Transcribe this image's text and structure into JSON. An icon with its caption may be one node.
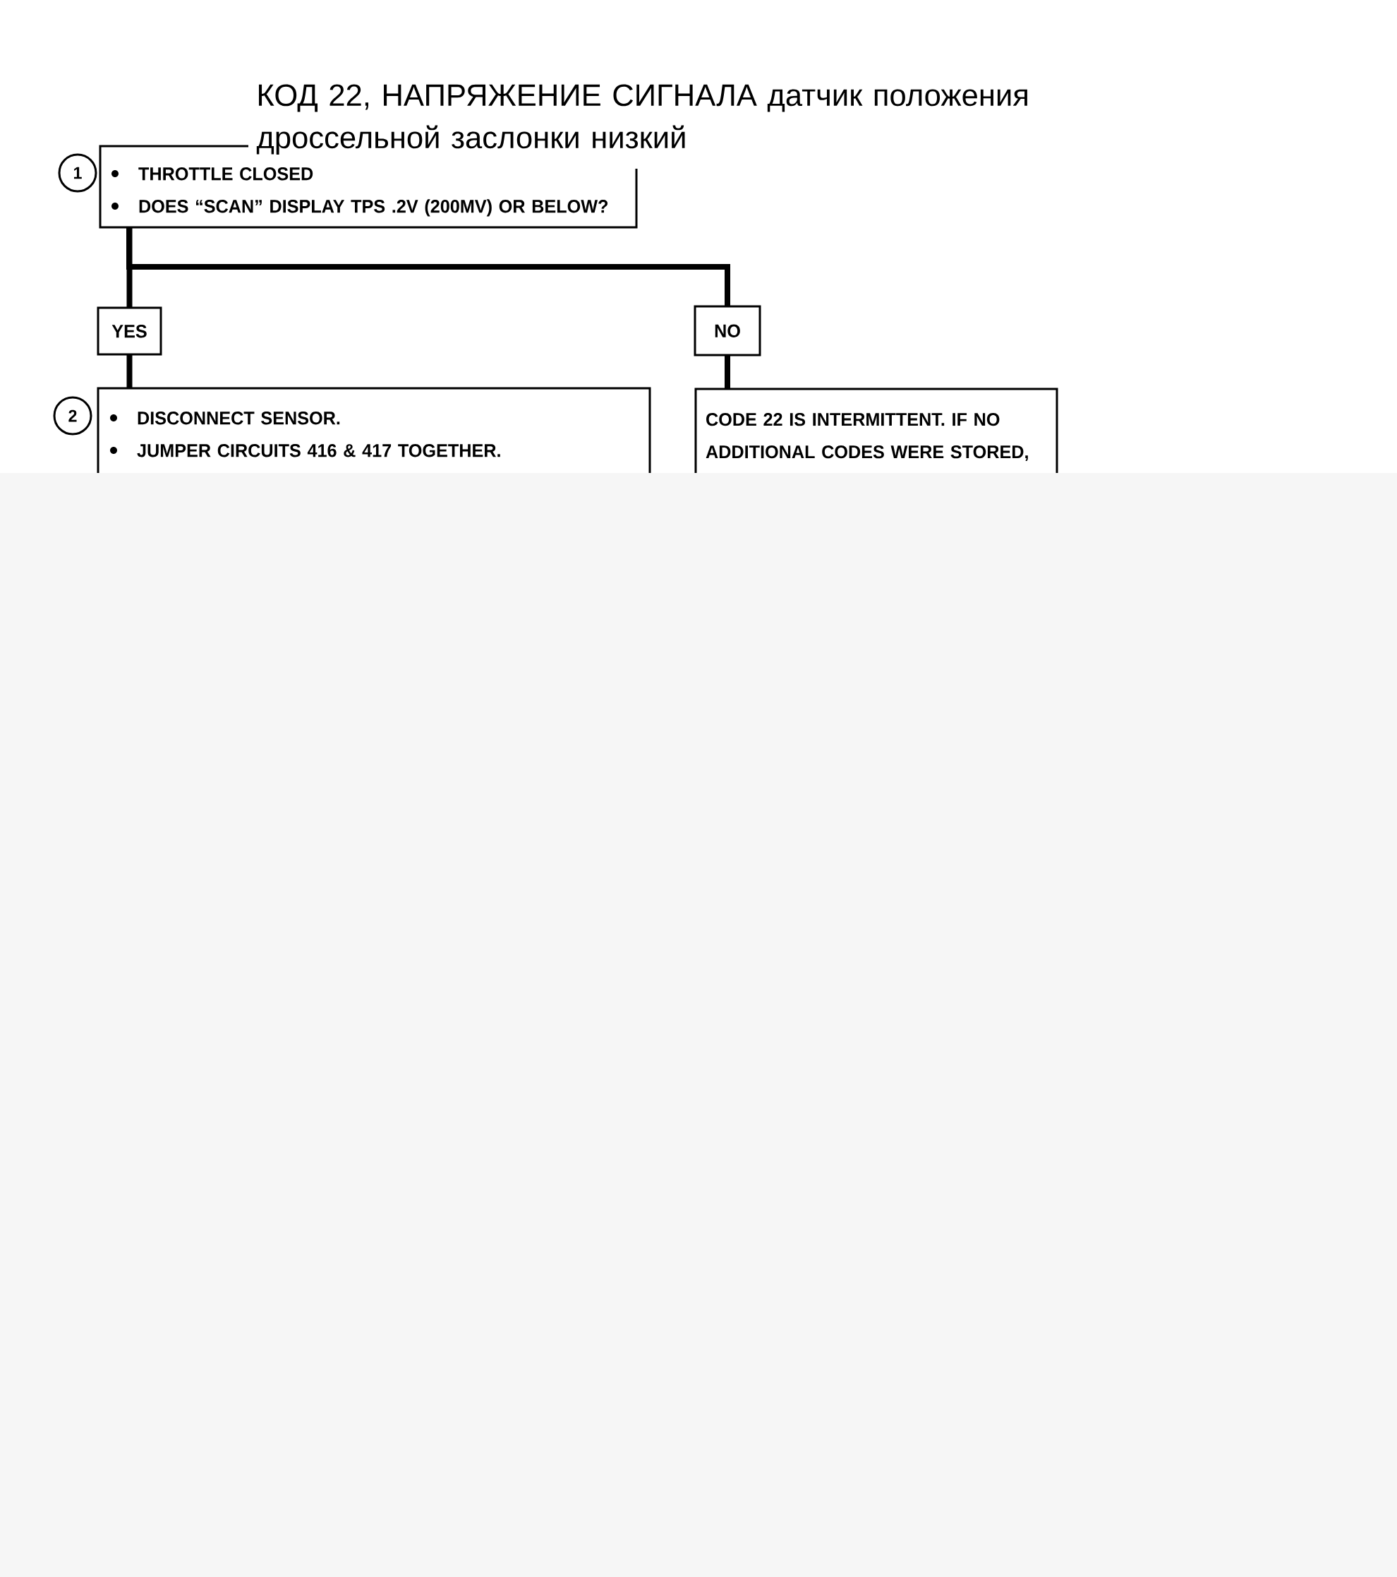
{
  "diagram": {
    "title": "КОД 22, НАПРЯЖЕНИЕ СИГНАЛА датчик положения дроссельной заслонки низкий",
    "nodes": [
      {
        "text": [
          "THROTTLE CLOSED",
          "DOES “SCAN” DISPLAY TPS .2V (200MV) OR BELOW?"
        ],
        "beside": [
          "1"
        ]
      },
      {
        "text": [
          "YES"
        ]
      },
      {
        "text": [
          "NO"
        ]
      },
      {
        "text": [
          "DISCONNECT SENSOR.",
          "JUMPER CIRCUITS 416 & 417 TOGETHER."
        ],
        "beside": [
          "2"
        ]
      },
      {
        "text": [
          "CODE 22 IS INTERMITTENT. IF NO ADDITIONAL CODES WERE STORED,"
        ]
      }
    ],
    "edges": [
      {
        "from": 0,
        "to": 1,
        "arrow": "none"
      },
      {
        "from": 0,
        "to": 2,
        "arrow": "none"
      },
      {
        "from": 1,
        "to": 3,
        "arrow": "none"
      },
      {
        "from": 2,
        "to": 4,
        "arrow": "none"
      }
    ]
  }
}
